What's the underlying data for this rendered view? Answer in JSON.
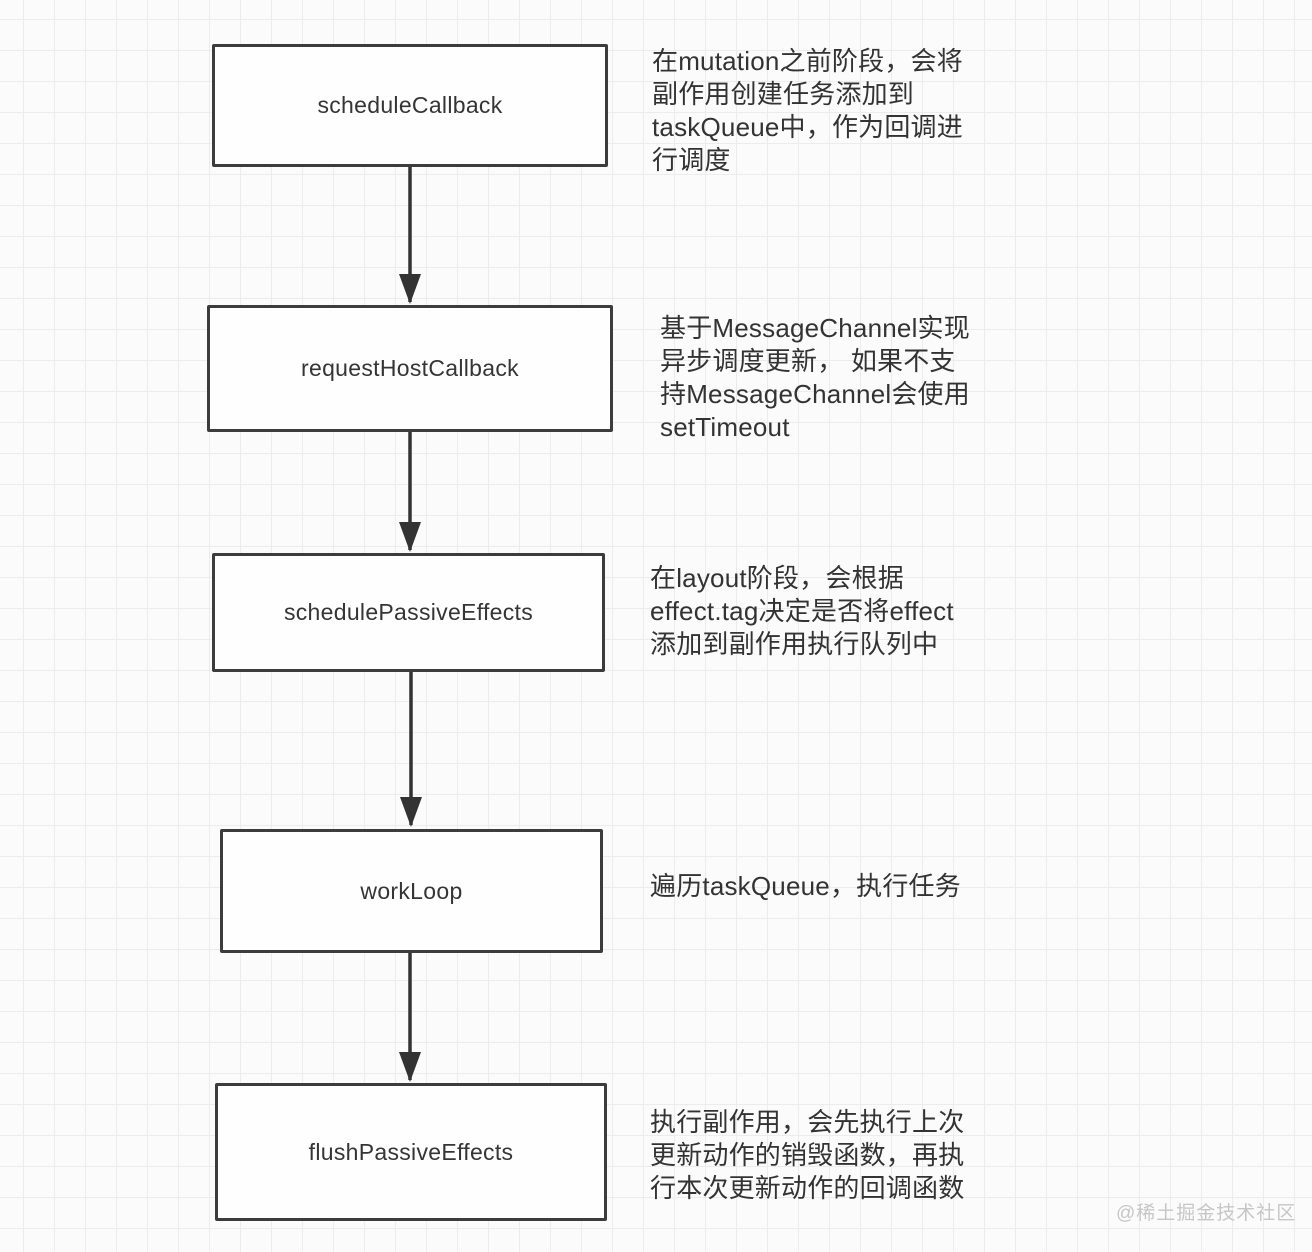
{
  "diagram": {
    "type": "flowchart",
    "direction": "top-to-bottom",
    "nodes": [
      {
        "id": "scheduleCallback",
        "label": "scheduleCallback",
        "description": "在mutation之前阶段，会将\n副作用创建任务添加到\ntaskQueue中，作为回调进\n行调度"
      },
      {
        "id": "requestHostCallback",
        "label": "requestHostCallback",
        "description": "基于MessageChannel实现\n异步调度更新， 如果不支\n持MessageChannel会使用\nsetTimeout"
      },
      {
        "id": "schedulePassiveEffects",
        "label": "schedulePassiveEffects",
        "description": "在layout阶段，会根据\neffect.tag决定是否将effect\n添加到副作用执行队列中"
      },
      {
        "id": "workLoop",
        "label": "workLoop",
        "description": "遍历taskQueue，执行任务"
      },
      {
        "id": "flushPassiveEffects",
        "label": "flushPassiveEffects",
        "description": "执行副作用，会先执行上次\n更新动作的销毁函数，再执\n行本次更新动作的回调函数"
      }
    ],
    "edges": [
      {
        "from": "scheduleCallback",
        "to": "requestHostCallback"
      },
      {
        "from": "requestHostCallback",
        "to": "schedulePassiveEffects"
      },
      {
        "from": "schedulePassiveEffects",
        "to": "workLoop"
      },
      {
        "from": "workLoop",
        "to": "flushPassiveEffects"
      }
    ],
    "watermark": "@稀土掘金技术社区",
    "colors": {
      "background": "#fbfbfb",
      "grid_line": "#ececec",
      "box_border": "#3c3c3c",
      "box_fill": "#fefefe",
      "text": "#333333",
      "arrow": "#333333",
      "watermark": "#c6c6c6"
    }
  }
}
